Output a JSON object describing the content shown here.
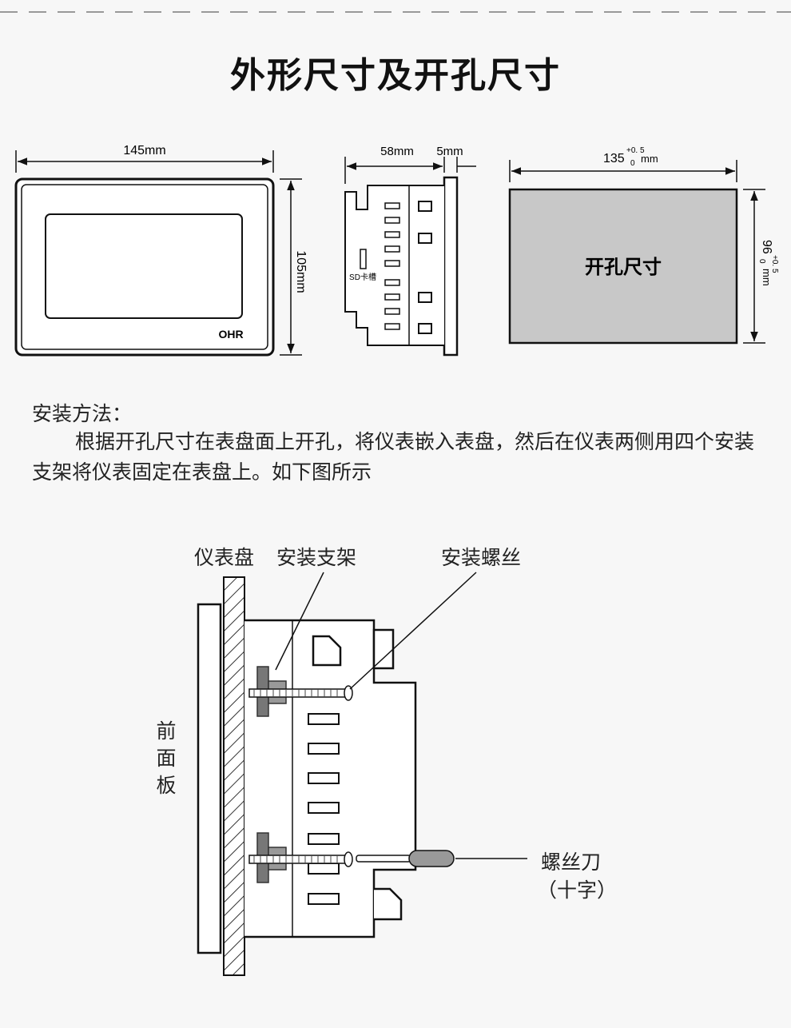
{
  "title": "外形尺寸及开孔尺寸",
  "front_view": {
    "width_label": "145mm",
    "height_label": "105mm",
    "logo": "OHR"
  },
  "side_view": {
    "depth_label": "58mm",
    "panel_label": "5mm",
    "sd_label": "SD卡槽"
  },
  "cutout_view": {
    "width_label": "135",
    "width_tol_plus": "+0. 5",
    "width_tol_minus": "0",
    "width_unit": "mm",
    "height_label": "96",
    "height_tol_plus": "+0. 5",
    "height_tol_minus": "0",
    "height_unit": "mm",
    "center_label": "开孔尺寸"
  },
  "install": {
    "heading": "安装方法：",
    "body": "根据开孔尺寸在表盘面上开孔，将仪表嵌入表盘，然后在仪表两侧用四个安装支架将仪表固定在表盘上。如下图所示"
  },
  "install_diagram": {
    "label_panel": "仪表盘",
    "label_bracket": "安装支架",
    "label_screw": "安装螺丝",
    "label_front": "前面板",
    "label_driver": "螺丝刀",
    "label_driver_type": "（十字）"
  },
  "colors": {
    "cutout_fill": "#c8c8c8",
    "line": "#1a1a1a",
    "bracket": "#7a7a7a"
  }
}
